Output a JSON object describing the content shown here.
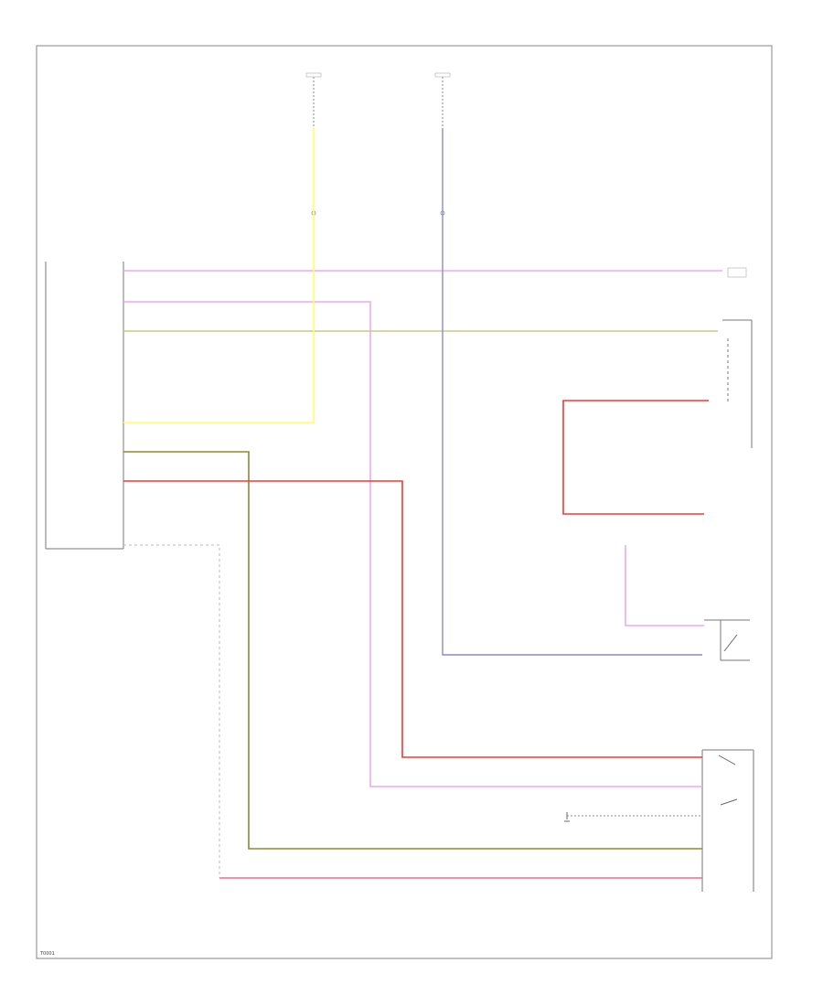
{
  "diagram_code": "T0001",
  "wire_colors": {
    "pink": "#f0a8f0",
    "yellow_tan": "#c9c98a",
    "yellow": "#ffff66",
    "blue": "#8888dd",
    "red": "#ff3333",
    "olive": "#8a8a33",
    "light_red": "#ff6688",
    "gray": "#bbbbbb"
  },
  "wires": [
    {
      "id": "wire-trunk-lamp",
      "color": "pink"
    },
    {
      "id": "wire-brake-interlock-upper",
      "color": "pink"
    },
    {
      "id": "wire-illumination",
      "color": "yellow_tan"
    },
    {
      "id": "wire-ignition-run",
      "color": "yellow"
    },
    {
      "id": "wire-battery-feed",
      "color": "blue"
    },
    {
      "id": "wire-shift-lock-red-loop",
      "color": "red"
    },
    {
      "id": "wire-brake-switch-pink",
      "color": "pink"
    },
    {
      "id": "wire-shift-lock-solenoid",
      "color": "olive"
    },
    {
      "id": "wire-red-switch-feed",
      "color": "red"
    },
    {
      "id": "wire-park-signal",
      "color": "light_red"
    },
    {
      "id": "wire-ground-dashed",
      "color": "gray"
    }
  ]
}
